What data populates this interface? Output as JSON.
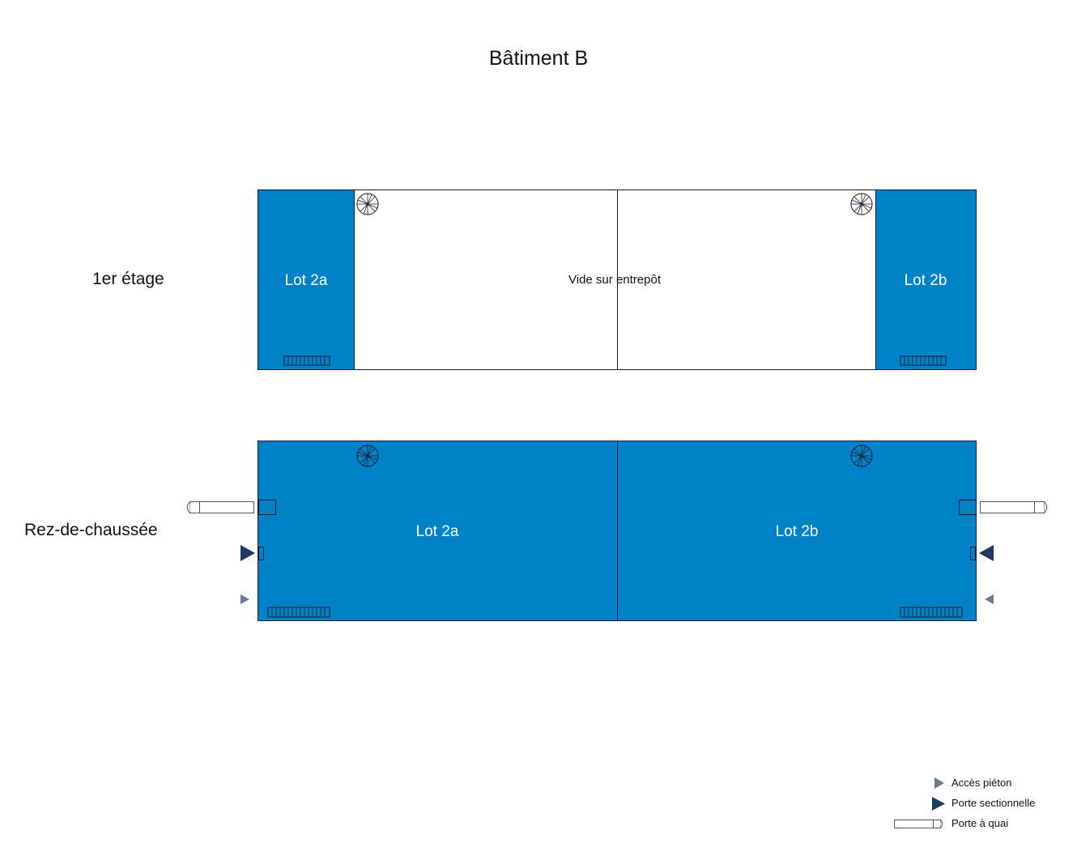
{
  "title": "Bâtiment B",
  "floors": {
    "upper": {
      "label": "1er étage",
      "lot_a": "Lot 2a",
      "lot_b": "Lot 2b",
      "void": "Vide sur entrepôt"
    },
    "ground": {
      "label": "Rez-de-chaussée",
      "lot_a": "Lot 2a",
      "lot_b": "Lot 2b"
    }
  },
  "legend": {
    "pedestrian": "Accès piéton",
    "sectional": "Porte sectionnelle",
    "dock": "Porte à quai"
  },
  "colors": {
    "lot_fill": "#0082c8",
    "outline": "#1a1a2e",
    "pedestrian_arrow": "#6b7a8f",
    "sectional_arrow": "#1f3a5f"
  }
}
